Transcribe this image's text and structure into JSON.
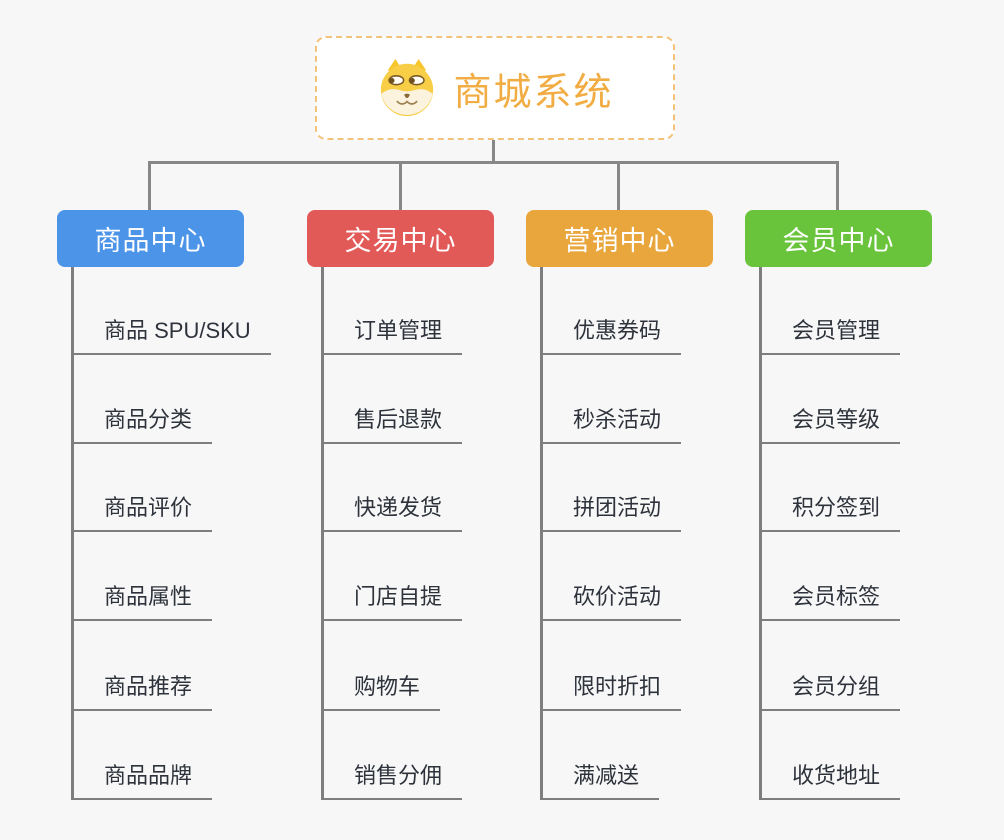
{
  "root": {
    "title": "商城系统",
    "icon": "shiba-dog-icon",
    "title_color": "#f1ad43",
    "border_color": "#f2c27a"
  },
  "connector_color": "#878787",
  "background_color": "#f7f7f8",
  "branches": [
    {
      "label": "商品中心",
      "color": "#4b94e8",
      "items": [
        "商品 SPU/SKU",
        "商品分类",
        "商品评价",
        "商品属性",
        "商品推荐",
        "商品品牌"
      ]
    },
    {
      "label": "交易中心",
      "color": "#e25a58",
      "items": [
        "订单管理",
        "售后退款",
        "快递发货",
        "门店自提",
        "购物车",
        "销售分佣"
      ]
    },
    {
      "label": "营销中心",
      "color": "#e9a63d",
      "items": [
        "优惠券码",
        "秒杀活动",
        "拼团活动",
        "砍价活动",
        "限时折扣",
        "满减送"
      ]
    },
    {
      "label": "会员中心",
      "color": "#69c43c",
      "items": [
        "会员管理",
        "会员等级",
        "积分签到",
        "会员标签",
        "会员分组",
        "收货地址"
      ]
    }
  ]
}
